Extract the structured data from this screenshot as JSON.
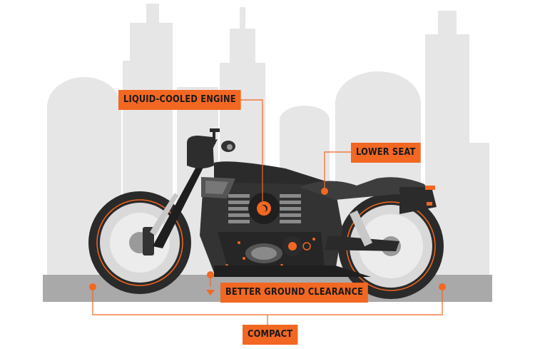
{
  "labels": {
    "engine": "LIQUID-COOLED ENGINE",
    "seat": "LOWER SEAT",
    "clearance": "BETTER GROUND CLEARANCE",
    "compact": "COMPACT"
  },
  "colors": {
    "accent": "#f26722",
    "skyline": "#e6e6e6",
    "ground": "#a9a9a9",
    "bike_dark": "#2b2b2b",
    "bike_mid": "#4a4a4a",
    "chrome": "#c8c8c8"
  }
}
